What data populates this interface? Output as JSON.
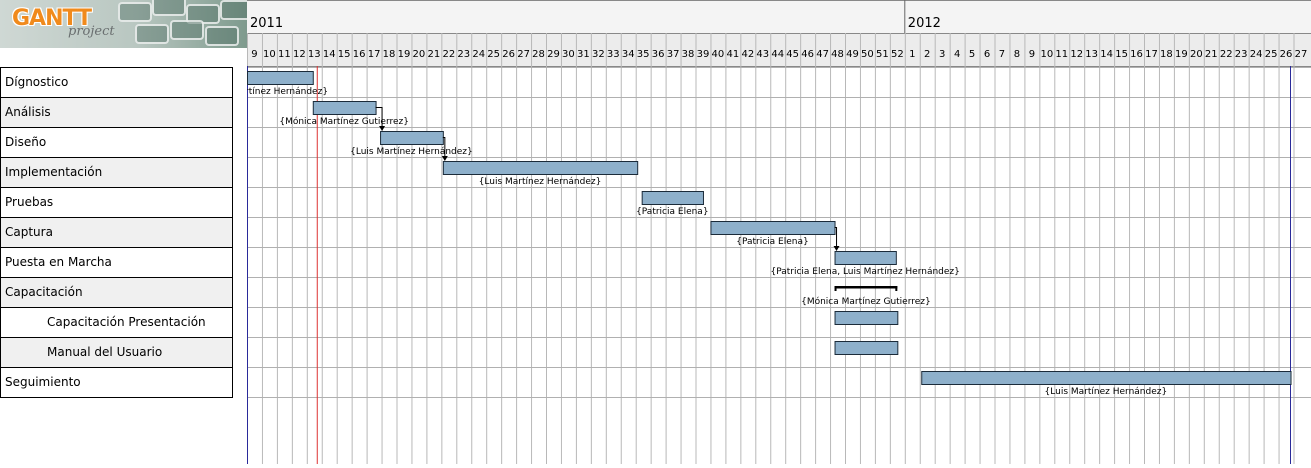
{
  "app": {
    "logo_text": "GANTT",
    "logo_subtext": "project"
  },
  "tasks": [
    {
      "name": "Dígnostico",
      "indent": 0
    },
    {
      "name": "Análisis",
      "indent": 0
    },
    {
      "name": "Diseño",
      "indent": 0
    },
    {
      "name": "Implementación",
      "indent": 0
    },
    {
      "name": "Pruebas",
      "indent": 0
    },
    {
      "name": "Captura",
      "indent": 0
    },
    {
      "name": "Puesta en Marcha",
      "indent": 0
    },
    {
      "name": "Capacitación",
      "indent": 0
    },
    {
      "name": "Capacitación Presentación",
      "indent": 1
    },
    {
      "name": "Manual del Usuario",
      "indent": 1
    },
    {
      "name": "Seguimiento",
      "indent": 0
    }
  ],
  "chart_data": {
    "type": "gantt",
    "timeline": {
      "years": [
        "2011",
        "2012"
      ],
      "weeks": [
        "9",
        "10",
        "11",
        "12",
        "13",
        "14",
        "15",
        "16",
        "17",
        "18",
        "19",
        "20",
        "21",
        "22",
        "23",
        "24",
        "25",
        "26",
        "27",
        "28",
        "29",
        "30",
        "31",
        "32",
        "33",
        "34",
        "35",
        "36",
        "37",
        "38",
        "39",
        "40",
        "41",
        "42",
        "43",
        "44",
        "45",
        "46",
        "47",
        "48",
        "49",
        "50",
        "51",
        "52",
        "1",
        "2",
        "3",
        "4",
        "5",
        "6",
        "7",
        "8",
        "9",
        "10",
        "11",
        "12",
        "13",
        "14",
        "15",
        "16",
        "17",
        "18",
        "19",
        "20",
        "21",
        "22",
        "23",
        "24",
        "25",
        "26",
        "27"
      ],
      "year_start_index": [
        0,
        44
      ],
      "today_week_index": 4.7
    },
    "bars": [
      {
        "task": "Dígnostico",
        "start": 0,
        "end": 4.4,
        "resources": "Martínez Hernández}",
        "kind": "task"
      },
      {
        "task": "Análisis",
        "start": 4.4,
        "end": 8.6,
        "resources": "{Mónica Martínez Gutierrez}",
        "kind": "task"
      },
      {
        "task": "Diseño",
        "start": 8.9,
        "end": 13.1,
        "resources": "{Luis Martínez Hernández}",
        "kind": "task"
      },
      {
        "task": "Implementación",
        "start": 13.1,
        "end": 26.1,
        "resources": "{Luis Martínez Hernández}",
        "kind": "task"
      },
      {
        "task": "Pruebas",
        "start": 26.4,
        "end": 30.5,
        "resources": "{Patricia Elena}",
        "kind": "task"
      },
      {
        "task": "Captura",
        "start": 31.0,
        "end": 39.3,
        "resources": "{Patricia Elena}",
        "kind": "task"
      },
      {
        "task": "Puesta en Marcha",
        "start": 39.3,
        "end": 43.4,
        "resources": "{Patricia Elena, Luis Martínez Hernández}",
        "kind": "task"
      },
      {
        "task": "Capacitación",
        "start": 39.3,
        "end": 43.5,
        "resources": "{Mónica Martínez Gutierrez}",
        "kind": "summary"
      },
      {
        "task": "Capacitación Presentación",
        "start": 39.3,
        "end": 43.5,
        "resources": "",
        "kind": "task"
      },
      {
        "task": "Manual del Usuario",
        "start": 39.3,
        "end": 43.5,
        "resources": "",
        "kind": "task"
      },
      {
        "task": "Seguimiento",
        "start": 45.1,
        "end": 69.8,
        "resources": "{Luis Martínez Hernández}",
        "kind": "task"
      }
    ],
    "dependencies": [
      {
        "from": "Análisis",
        "to": "Diseño"
      },
      {
        "from": "Diseño",
        "to": "Implementación"
      },
      {
        "from": "Captura",
        "to": "Puesta en Marcha"
      }
    ],
    "colors": {
      "bar_fill": "#8eb0cb",
      "bar_stroke": "#1b2b3a",
      "today_line": "#dd3333",
      "boundary_line": "#2a2a9a",
      "grid": "#b8b8b8"
    }
  }
}
